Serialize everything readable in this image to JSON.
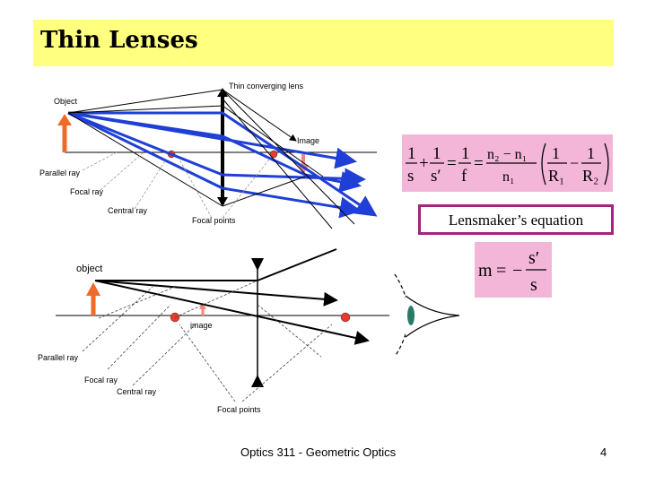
{
  "slide": {
    "title": "Thin Lenses",
    "footer_text": "Optics 311 - Geometric Optics",
    "page_number": "4"
  },
  "colors": {
    "title_bg": "#ffff80",
    "ray_blue": "#1f3fd6",
    "arrow_orange": "#f06a2a",
    "equation_bg": "#f4b6d8",
    "box_border": "#a6237d"
  },
  "diagram_converging": {
    "lens_label": "Thin converging lens",
    "object_label": "Object",
    "image_label": "Image",
    "parallel_ray_label": "Parallel ray",
    "focal_ray_label": "Focal ray",
    "central_ray_label": "Central ray",
    "focal_points_label": "Focal points"
  },
  "diagram_diverging": {
    "object_label": "object",
    "image_label": "image",
    "parallel_ray_label": "Parallel ray",
    "focal_ray_label": "Focal ray",
    "central_ray_label": "Central ray",
    "focal_points_label": "Focal points"
  },
  "equations": {
    "lensmaker_label": "Lensmaker’s equation",
    "lensmaker_parts": {
      "one": "1",
      "s": "s",
      "s_prime": "s′",
      "f": "f",
      "plus": "+",
      "eq": "=",
      "minus": "−",
      "n2_minus_n1": "n₂ − n₁",
      "n1": "n₁",
      "R1": "R₁",
      "R2": "R₂"
    },
    "magnification_parts": {
      "m": "m",
      "eq": "=",
      "minus": "−",
      "s_prime": "s′",
      "s": "s"
    }
  }
}
